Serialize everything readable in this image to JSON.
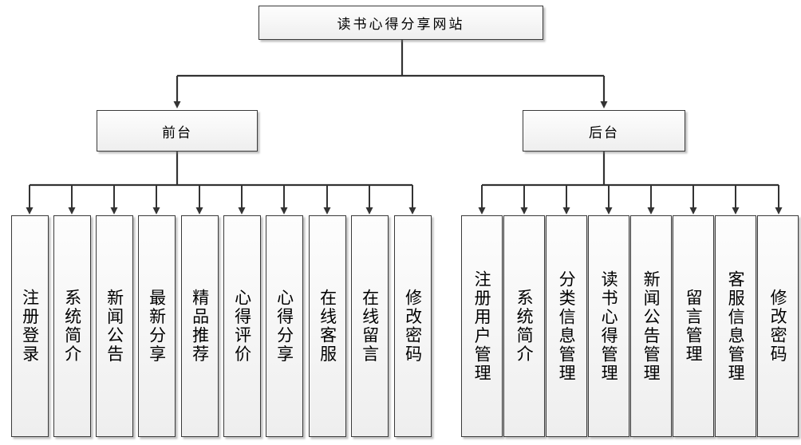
{
  "diagram": {
    "type": "tree-hierarchy",
    "title_node": {
      "label": "读书心得分享网站"
    },
    "branches": [
      {
        "id": "frontend",
        "label": "前台",
        "leaves": [
          {
            "label": "注册登录"
          },
          {
            "label": "系统简介"
          },
          {
            "label": "新闻公告"
          },
          {
            "label": "最新分享"
          },
          {
            "label": "精品推荐"
          },
          {
            "label": "心得评价"
          },
          {
            "label": "心得分享"
          },
          {
            "label": "在线客服"
          },
          {
            "label": "在线留言"
          },
          {
            "label": "修改密码"
          }
        ]
      },
      {
        "id": "backend",
        "label": "后台",
        "leaves": [
          {
            "label": "注册用户管理"
          },
          {
            "label": "系统简介"
          },
          {
            "label": "分类信息管理"
          },
          {
            "label": "读书心得管理"
          },
          {
            "label": "新闻公告管理"
          },
          {
            "label": "留言管理"
          },
          {
            "label": "客服信息管理"
          },
          {
            "label": "修改密码"
          }
        ]
      }
    ],
    "colors": {
      "box_border": "#3a3a3a",
      "box_fill_top": "#fdfdfd",
      "box_fill_bottom": "#eeeeee",
      "connector": "#333333",
      "background": "#ffffff"
    }
  }
}
